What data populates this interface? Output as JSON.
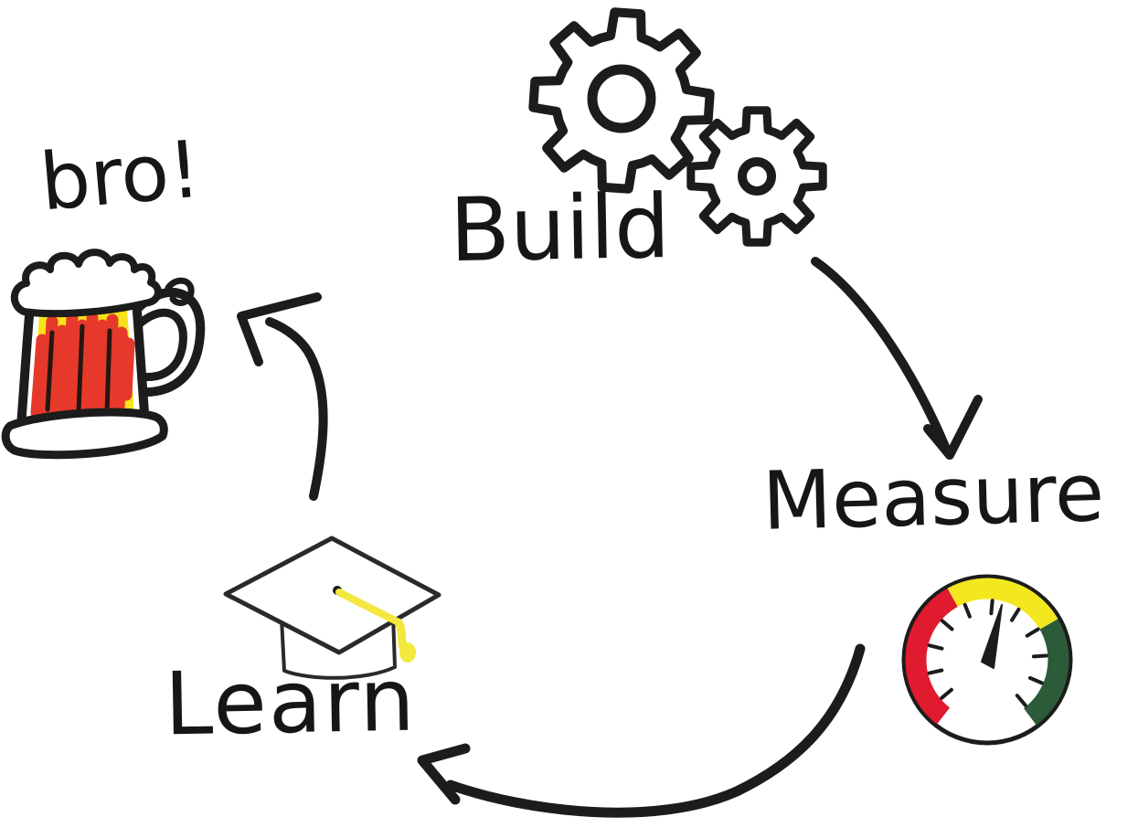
{
  "diagram": {
    "type": "cycle-sketch",
    "nodes": [
      {
        "id": "build",
        "label": "Build",
        "icon": "gears"
      },
      {
        "id": "measure",
        "label": "Measure",
        "icon": "speedometer-gauge"
      },
      {
        "id": "learn",
        "label": "Learn",
        "icon": "graduation-cap"
      },
      {
        "id": "celebrate",
        "label": "bro!",
        "icon": "beer-mug"
      }
    ],
    "edges": [
      {
        "from": "build",
        "to": "measure",
        "style": "curved-arrow"
      },
      {
        "from": "measure",
        "to": "learn",
        "style": "curved-arrow"
      },
      {
        "from": "learn",
        "to": "celebrate",
        "style": "curved-arrow"
      }
    ]
  },
  "colors": {
    "ink": "#1c1c1c",
    "background": "#ffffff",
    "beer_yellow": "#f8e31b",
    "beer_red": "#e6392b",
    "beer_dark": "#241710",
    "gauge_red": "#e01b30",
    "gauge_yellow": "#f3e81f",
    "gauge_green": "#2b5b38",
    "tassel_yellow": "#f2e83e"
  }
}
